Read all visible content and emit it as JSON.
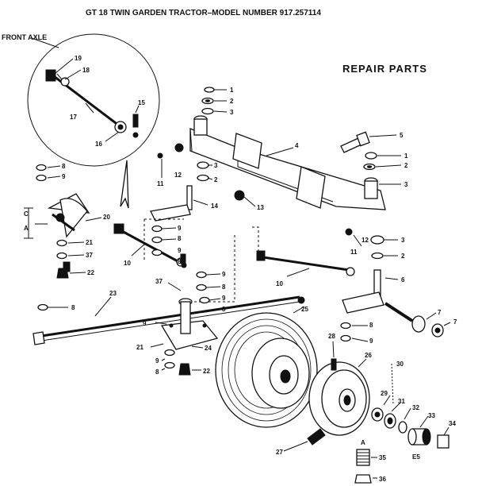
{
  "title": "GT 18 TWIN GARDEN TRACTOR–MODEL NUMBER 917.257114",
  "section": "FRONT AXLE",
  "heading": "REPAIR PARTS",
  "footnote": "E5",
  "callouts": [
    {
      "id": "c19",
      "text": "19"
    },
    {
      "id": "c18",
      "text": "18"
    },
    {
      "id": "c17",
      "text": "17"
    },
    {
      "id": "c15",
      "text": "15"
    },
    {
      "id": "c16",
      "text": "16"
    },
    {
      "id": "c1a",
      "text": "1"
    },
    {
      "id": "c2a",
      "text": "2"
    },
    {
      "id": "c3a",
      "text": "3"
    },
    {
      "id": "c4",
      "text": "4"
    },
    {
      "id": "c5",
      "text": "5"
    },
    {
      "id": "c1b",
      "text": "1"
    },
    {
      "id": "c2b",
      "text": "2"
    },
    {
      "id": "c3b",
      "text": "3"
    },
    {
      "id": "c3c",
      "text": "3"
    },
    {
      "id": "c12a",
      "text": "12"
    },
    {
      "id": "c2c",
      "text": "2"
    },
    {
      "id": "c11a",
      "text": "11"
    },
    {
      "id": "c8a",
      "text": "8"
    },
    {
      "id": "c9a",
      "text": "9"
    },
    {
      "id": "c14",
      "text": "14"
    },
    {
      "id": "c13",
      "text": "13"
    },
    {
      "id": "c20",
      "text": "20"
    },
    {
      "id": "cA",
      "text": "A"
    },
    {
      "id": "cC",
      "text": "C"
    },
    {
      "id": "c9b",
      "text": "9"
    },
    {
      "id": "c8b",
      "text": "8"
    },
    {
      "id": "c9c",
      "text": "9"
    },
    {
      "id": "c8c",
      "text": "8"
    },
    {
      "id": "c21a",
      "text": "21"
    },
    {
      "id": "c37a",
      "text": "37"
    },
    {
      "id": "c22a",
      "text": "22"
    },
    {
      "id": "c10a",
      "text": "10"
    },
    {
      "id": "c11b",
      "text": "11"
    },
    {
      "id": "c12b",
      "text": "12"
    },
    {
      "id": "c3d",
      "text": "3"
    },
    {
      "id": "c2d",
      "text": "2"
    },
    {
      "id": "c6",
      "text": "6"
    },
    {
      "id": "c10b",
      "text": "10"
    },
    {
      "id": "c37b",
      "text": "37"
    },
    {
      "id": "c9d",
      "text": "9"
    },
    {
      "id": "c8d",
      "text": "8"
    },
    {
      "id": "c9e",
      "text": "9"
    },
    {
      "id": "c8e",
      "text": "8"
    },
    {
      "id": "c23",
      "text": "23"
    },
    {
      "id": "c8f",
      "text": "8"
    },
    {
      "id": "c9f",
      "text": "9"
    },
    {
      "id": "c21b",
      "text": "21"
    },
    {
      "id": "c24",
      "text": "24"
    },
    {
      "id": "c9g",
      "text": "9"
    },
    {
      "id": "c8g",
      "text": "8"
    },
    {
      "id": "c22b",
      "text": "22"
    },
    {
      "id": "c25",
      "text": "25"
    },
    {
      "id": "c7a",
      "text": "7"
    },
    {
      "id": "c7b",
      "text": "7"
    },
    {
      "id": "c8h",
      "text": "8"
    },
    {
      "id": "c9h",
      "text": "9"
    },
    {
      "id": "c28",
      "text": "28"
    },
    {
      "id": "c26",
      "text": "26"
    },
    {
      "id": "c30",
      "text": "30"
    },
    {
      "id": "c29",
      "text": "29"
    },
    {
      "id": "c31",
      "text": "31"
    },
    {
      "id": "c32",
      "text": "32"
    },
    {
      "id": "c33",
      "text": "33"
    },
    {
      "id": "c34",
      "text": "34"
    },
    {
      "id": "c27",
      "text": "27"
    },
    {
      "id": "cA2",
      "text": "A"
    },
    {
      "id": "c35",
      "text": "35"
    },
    {
      "id": "c36",
      "text": "36"
    }
  ]
}
